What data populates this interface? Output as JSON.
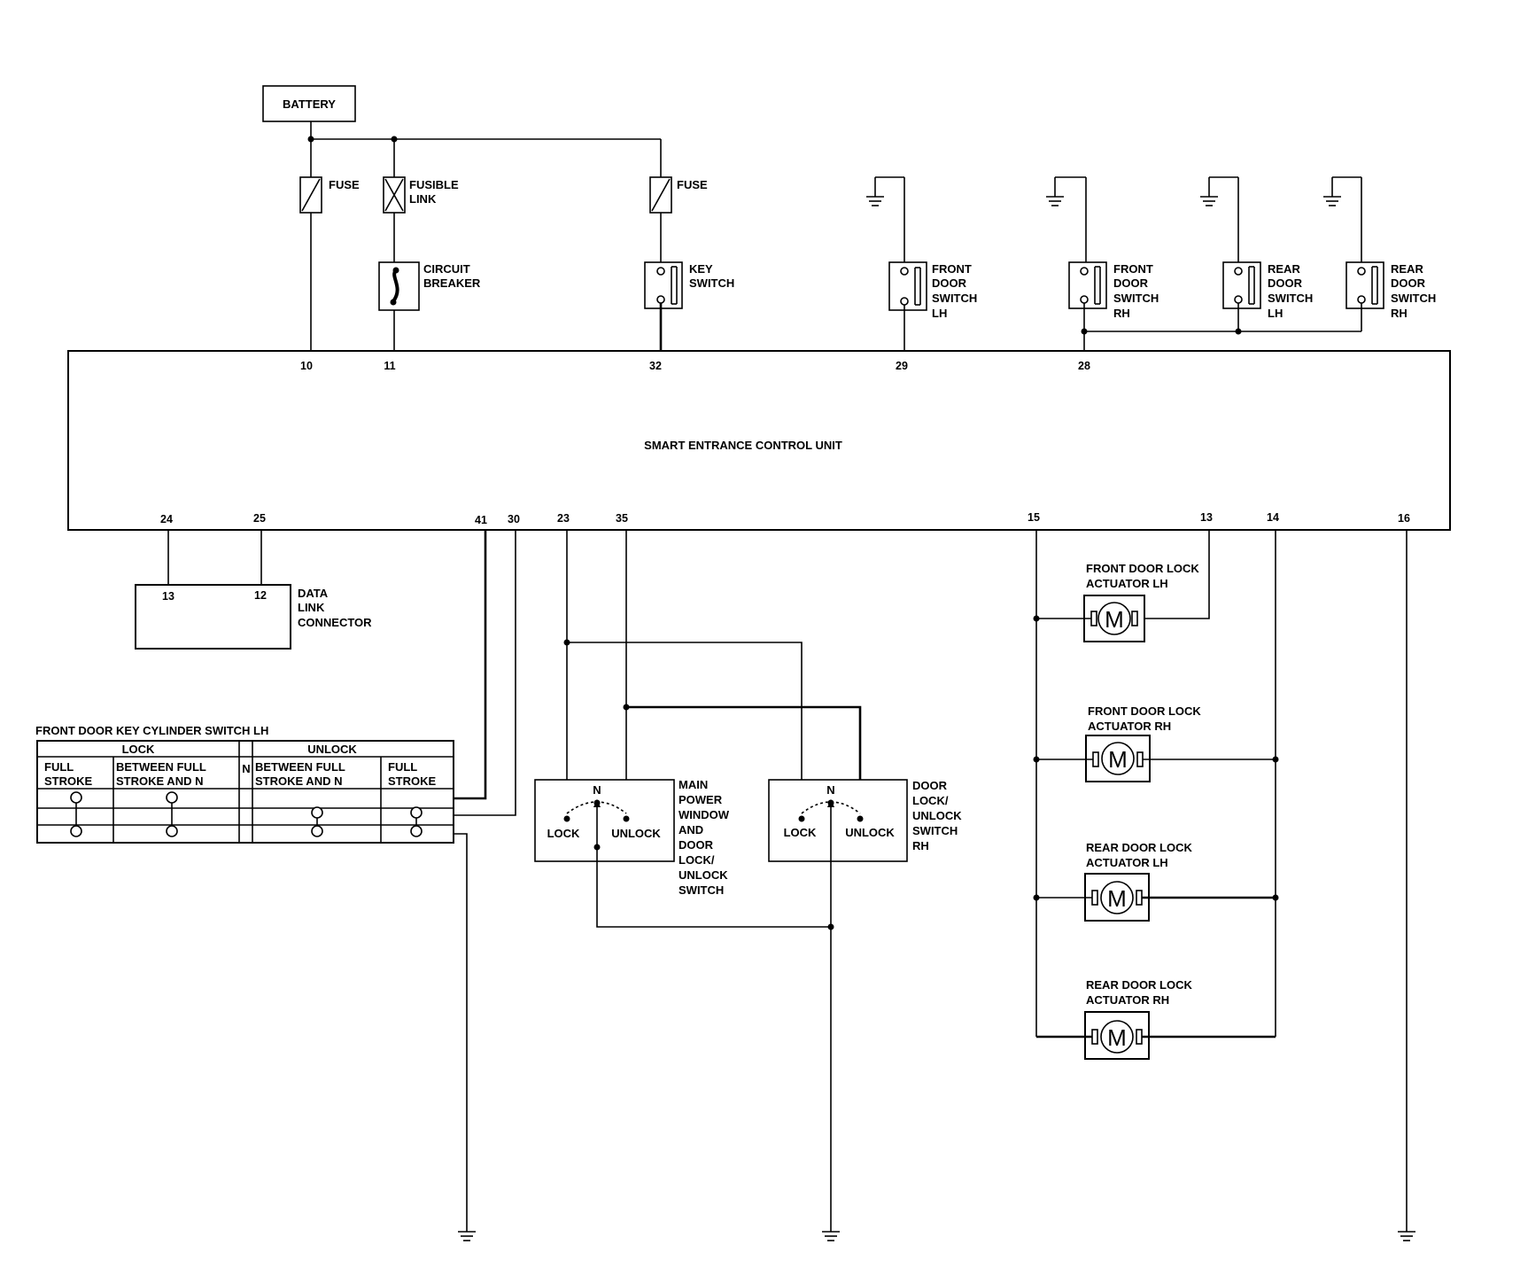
{
  "battery": "BATTERY",
  "fuse_left": "FUSE",
  "fusible_link": [
    "FUSIBLE",
    "LINK"
  ],
  "circuit_breaker": [
    "CIRCUIT",
    "BREAKER"
  ],
  "fuse_right": "FUSE",
  "key_switch": [
    "KEY",
    "SWITCH"
  ],
  "front_door_switch_lh": [
    "FRONT",
    "DOOR",
    "SWITCH",
    "LH"
  ],
  "front_door_switch_rh": [
    "FRONT",
    "DOOR",
    "SWITCH",
    "RH"
  ],
  "rear_door_switch_lh": [
    "REAR",
    "DOOR",
    "SWITCH",
    "LH"
  ],
  "rear_door_switch_rh": [
    "REAR",
    "DOOR",
    "SWITCH",
    "RH"
  ],
  "control_unit": {
    "title": "SMART ENTRANCE CONTROL UNIT",
    "top_pins": [
      "10",
      "11",
      "32",
      "29",
      "28"
    ],
    "bottom_pins": [
      "24",
      "25",
      "41",
      "30",
      "23",
      "35",
      "15",
      "13",
      "14",
      "16"
    ]
  },
  "data_link_connector": {
    "label": [
      "DATA",
      "LINK",
      "CONNECTOR"
    ],
    "pins": [
      "13",
      "12"
    ]
  },
  "key_cylinder": {
    "title": "FRONT DOOR KEY CYLINDER SWITCH LH",
    "lock": "LOCK",
    "unlock": "UNLOCK",
    "n": "N",
    "col1": [
      "FULL",
      "STROKE"
    ],
    "col2": [
      "BETWEEN FULL",
      "STROKE AND N"
    ],
    "col3": [
      "BETWEEN FULL",
      "STROKE AND N"
    ],
    "col4": [
      "FULL",
      "STROKE"
    ]
  },
  "main_switch": {
    "n": "N",
    "lock": "LOCK",
    "unlock": "UNLOCK",
    "label": [
      "MAIN",
      "POWER",
      "WINDOW",
      "AND",
      "DOOR",
      "LOCK/",
      "UNLOCK",
      "SWITCH"
    ]
  },
  "rh_switch": {
    "n": "N",
    "lock": "LOCK",
    "unlock": "UNLOCK",
    "label": [
      "DOOR",
      "LOCK/",
      "UNLOCK",
      "SWITCH",
      "RH"
    ]
  },
  "actuators": [
    {
      "label": [
        "FRONT DOOR LOCK",
        "ACTUATOR LH"
      ],
      "symbol": "M"
    },
    {
      "label": [
        "FRONT DOOR LOCK",
        "ACTUATOR RH"
      ],
      "symbol": "M"
    },
    {
      "label": [
        "REAR DOOR LOCK",
        "ACTUATOR LH"
      ],
      "symbol": "M"
    },
    {
      "label": [
        "REAR DOOR LOCK",
        "ACTUATOR RH"
      ],
      "symbol": "M"
    }
  ]
}
